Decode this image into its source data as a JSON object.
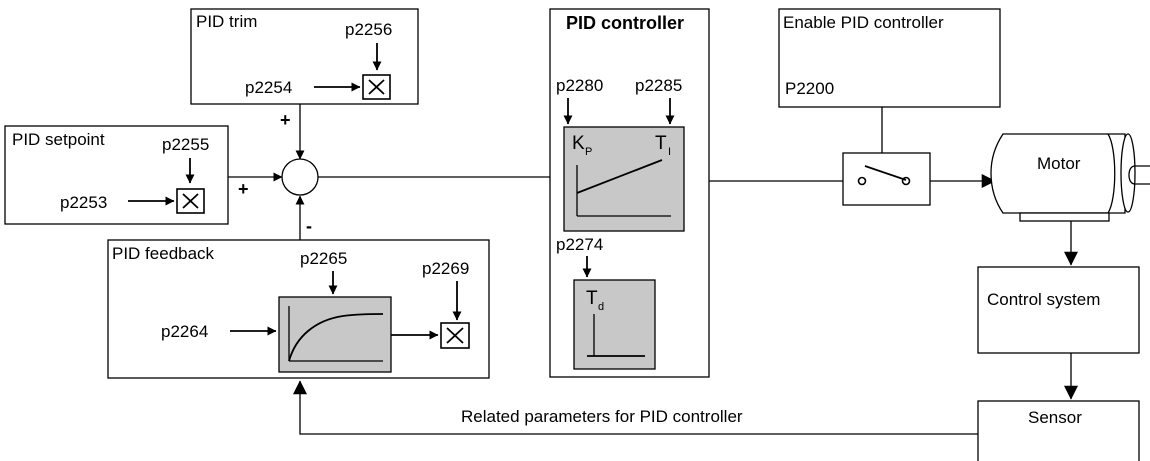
{
  "colors": {
    "line": "#000000",
    "block_fill": "#c8c8c8",
    "background": "#ffffff"
  },
  "blocks": {
    "pid_trim": {
      "title": "PID trim",
      "param_top": "p2256",
      "param_in": "p2254"
    },
    "pid_setpoint": {
      "title": "PID setpoint",
      "param_top": "p2255",
      "param_in": "p2253"
    },
    "pid_feedback": {
      "title": "PID feedback",
      "param_filter": "p2265",
      "param_in": "p2264",
      "param_scale": "p2269"
    },
    "pid_controller": {
      "title": "PID controller",
      "param_kp": "p2280",
      "param_ti": "p2285",
      "param_td": "p2274"
    },
    "enable": {
      "title": "Enable PID controller",
      "param": "P2200"
    },
    "motor": {
      "label": "Motor"
    },
    "control_system": {
      "label": "Control system"
    },
    "sensor": {
      "label": "Sensor"
    }
  },
  "symbols": {
    "kp_main": "K",
    "kp_sub": "P",
    "ti_main": "T",
    "ti_sub": "I",
    "td_main": "T",
    "td_sub": "d"
  },
  "signs": {
    "trim": "+",
    "setpoint": "+",
    "feedback": "-"
  },
  "footer": {
    "related": "Related parameters for PID controller"
  },
  "icons": [
    "multiply-icon",
    "summing-junction-icon",
    "ramp-icon",
    "pt1-filter-icon",
    "derivative-icon",
    "switch-icon",
    "motor-icon"
  ]
}
